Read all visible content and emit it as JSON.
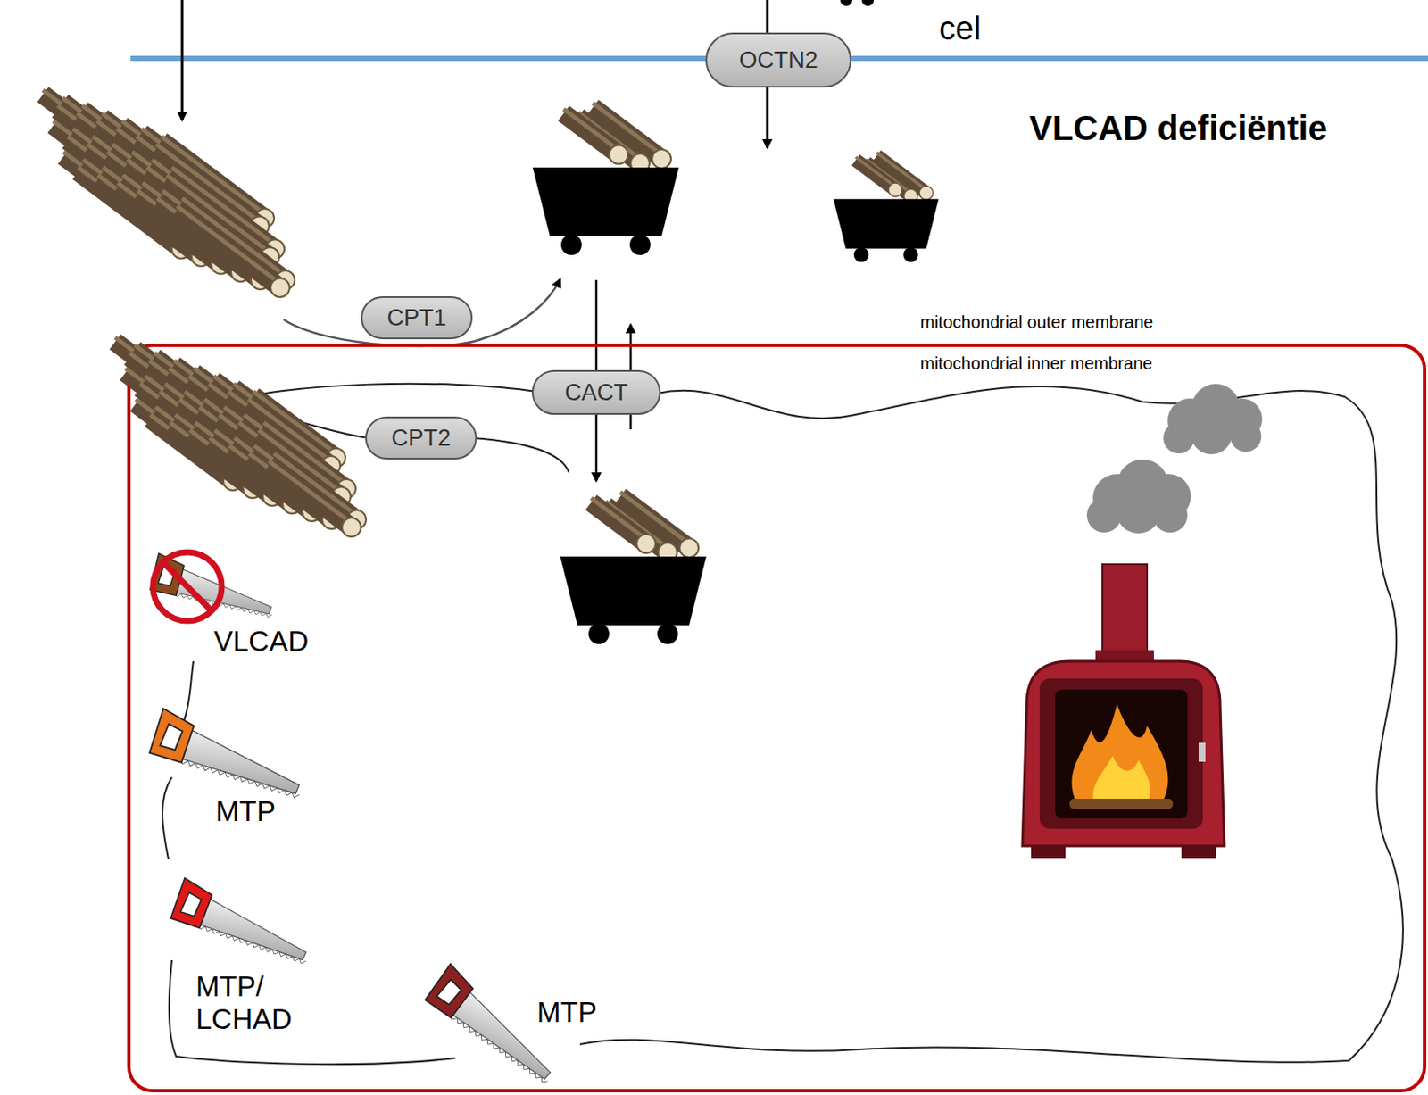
{
  "diagram": {
    "title": "VLCAD deficiëntie",
    "nodes": [
      {
        "text": [
          "OCTN2"
        ]
      },
      {
        "text": [
          "CPT1"
        ]
      },
      {
        "text": [
          "CACT"
        ]
      },
      {
        "text": [
          "CPT2"
        ]
      }
    ],
    "labels": [
      "cel",
      "mitochondrial outer membrane",
      "mitochondrial inner membrane",
      "VLCAD",
      "MTP",
      "MTP/ LCHAD",
      "MTP"
    ]
  }
}
